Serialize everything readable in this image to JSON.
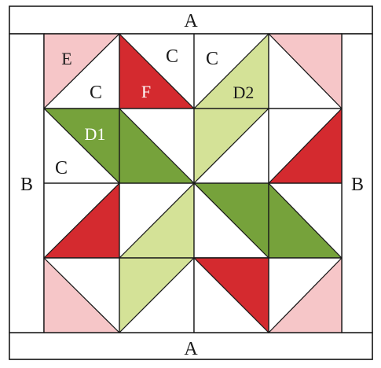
{
  "colors": {
    "red": "#d42a2f",
    "dark_green": "#76a23b",
    "light_green": "#d4e297",
    "pink": "#f6c6c8",
    "white": "#ffffff",
    "line": "#1a1a1a"
  },
  "border_labels": {
    "top": "A",
    "bottom": "A",
    "left": "B",
    "right": "B"
  },
  "piece_labels": {
    "e": "E",
    "c1": "C",
    "c2": "C",
    "c3": "C",
    "c4": "C",
    "f": "F",
    "d1": "D1",
    "d2": "D2"
  }
}
